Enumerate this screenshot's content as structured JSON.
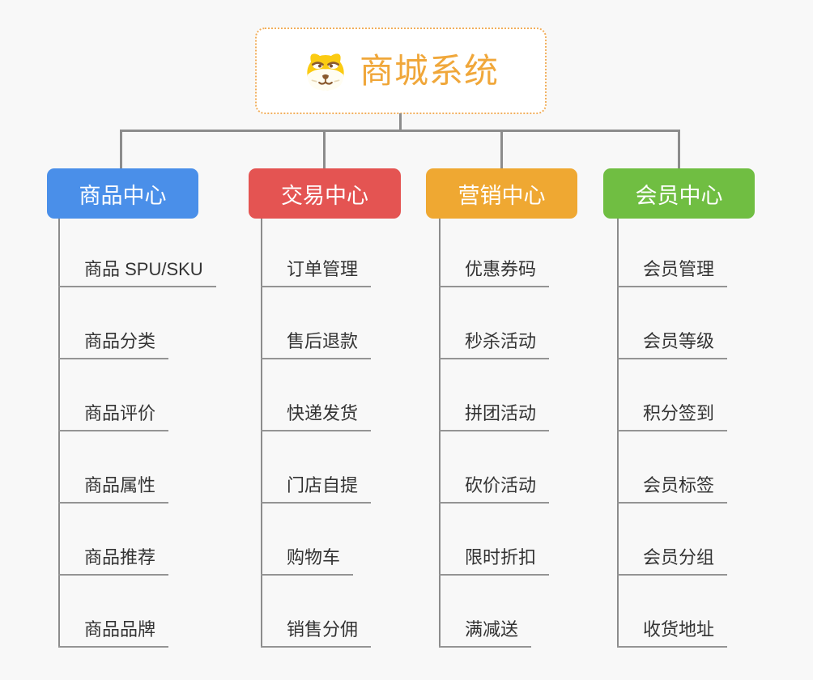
{
  "canvas": {
    "background": "#F8F8F8",
    "connector_color": "#8C8C8C"
  },
  "root": {
    "title": "商城系统",
    "icon": "dog-face-icon",
    "text_color": "#F0A73A",
    "border_color": "#F1AE5B",
    "background": "#FFFFFF"
  },
  "branches": [
    {
      "label": "商品中心",
      "color": "#4A8FE9",
      "text_color": "#FFFFFF",
      "children": [
        "商品 SPU/SKU",
        "商品分类",
        "商品评价",
        "商品属性",
        "商品推荐",
        "商品品牌"
      ]
    },
    {
      "label": "交易中心",
      "color": "#E45452",
      "text_color": "#FFFFFF",
      "children": [
        "订单管理",
        "售后退款",
        "快递发货",
        "门店自提",
        "购物车",
        "销售分佣"
      ]
    },
    {
      "label": "营销中心",
      "color": "#EFA832",
      "text_color": "#FFFFFF",
      "children": [
        "优惠券码",
        "秒杀活动",
        "拼团活动",
        "砍价活动",
        "限时折扣",
        "满减送"
      ]
    },
    {
      "label": "会员中心",
      "color": "#70BE42",
      "text_color": "#FFFFFF",
      "children": [
        "会员管理",
        "会员等级",
        "积分签到",
        "会员标签",
        "会员分组",
        "收货地址"
      ]
    }
  ]
}
